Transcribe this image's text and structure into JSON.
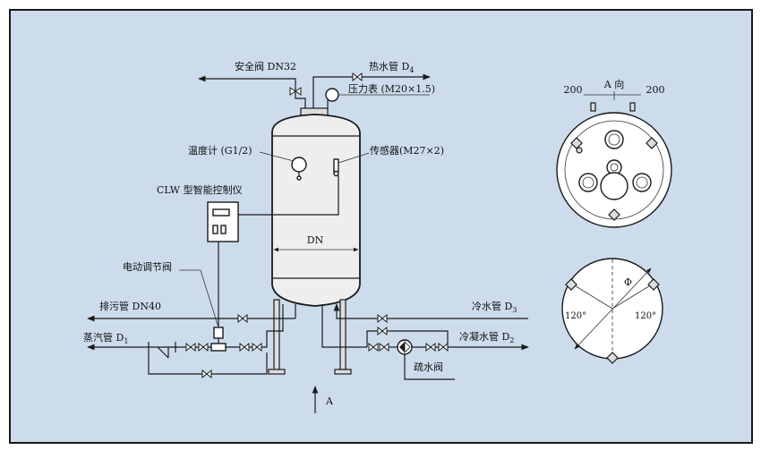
{
  "labels": {
    "safety_valve": "安全阀 DN32",
    "hot_water": "热水管 D",
    "hot_water_sub": "4",
    "pressure_gauge": "压力表 (M20×1.5)",
    "thermometer": "温度计 (G1/2)",
    "sensor": "传感器(M27×2)",
    "controller": "CLW 型智能控制仪",
    "diameter": "DN",
    "electric_valve": "电动调节阀",
    "drain": "排污管 DN40",
    "steam": "蒸汽管 D",
    "steam_sub": "1",
    "cold_water": "冷水管 D",
    "cold_water_sub": "3",
    "condensate": "冷凝水管 D",
    "condensate_sub": "2",
    "trap": "疏水阀",
    "view_a": "A",
    "direction_a": "A 向",
    "dim_left": "200",
    "dim_right": "200",
    "phi": "Φ",
    "angle_left": "120°",
    "angle_right": "120°"
  },
  "colors": {
    "background": "#ccdcec",
    "line": "#1a1a1a",
    "tank_fill": "#eeeeee"
  }
}
